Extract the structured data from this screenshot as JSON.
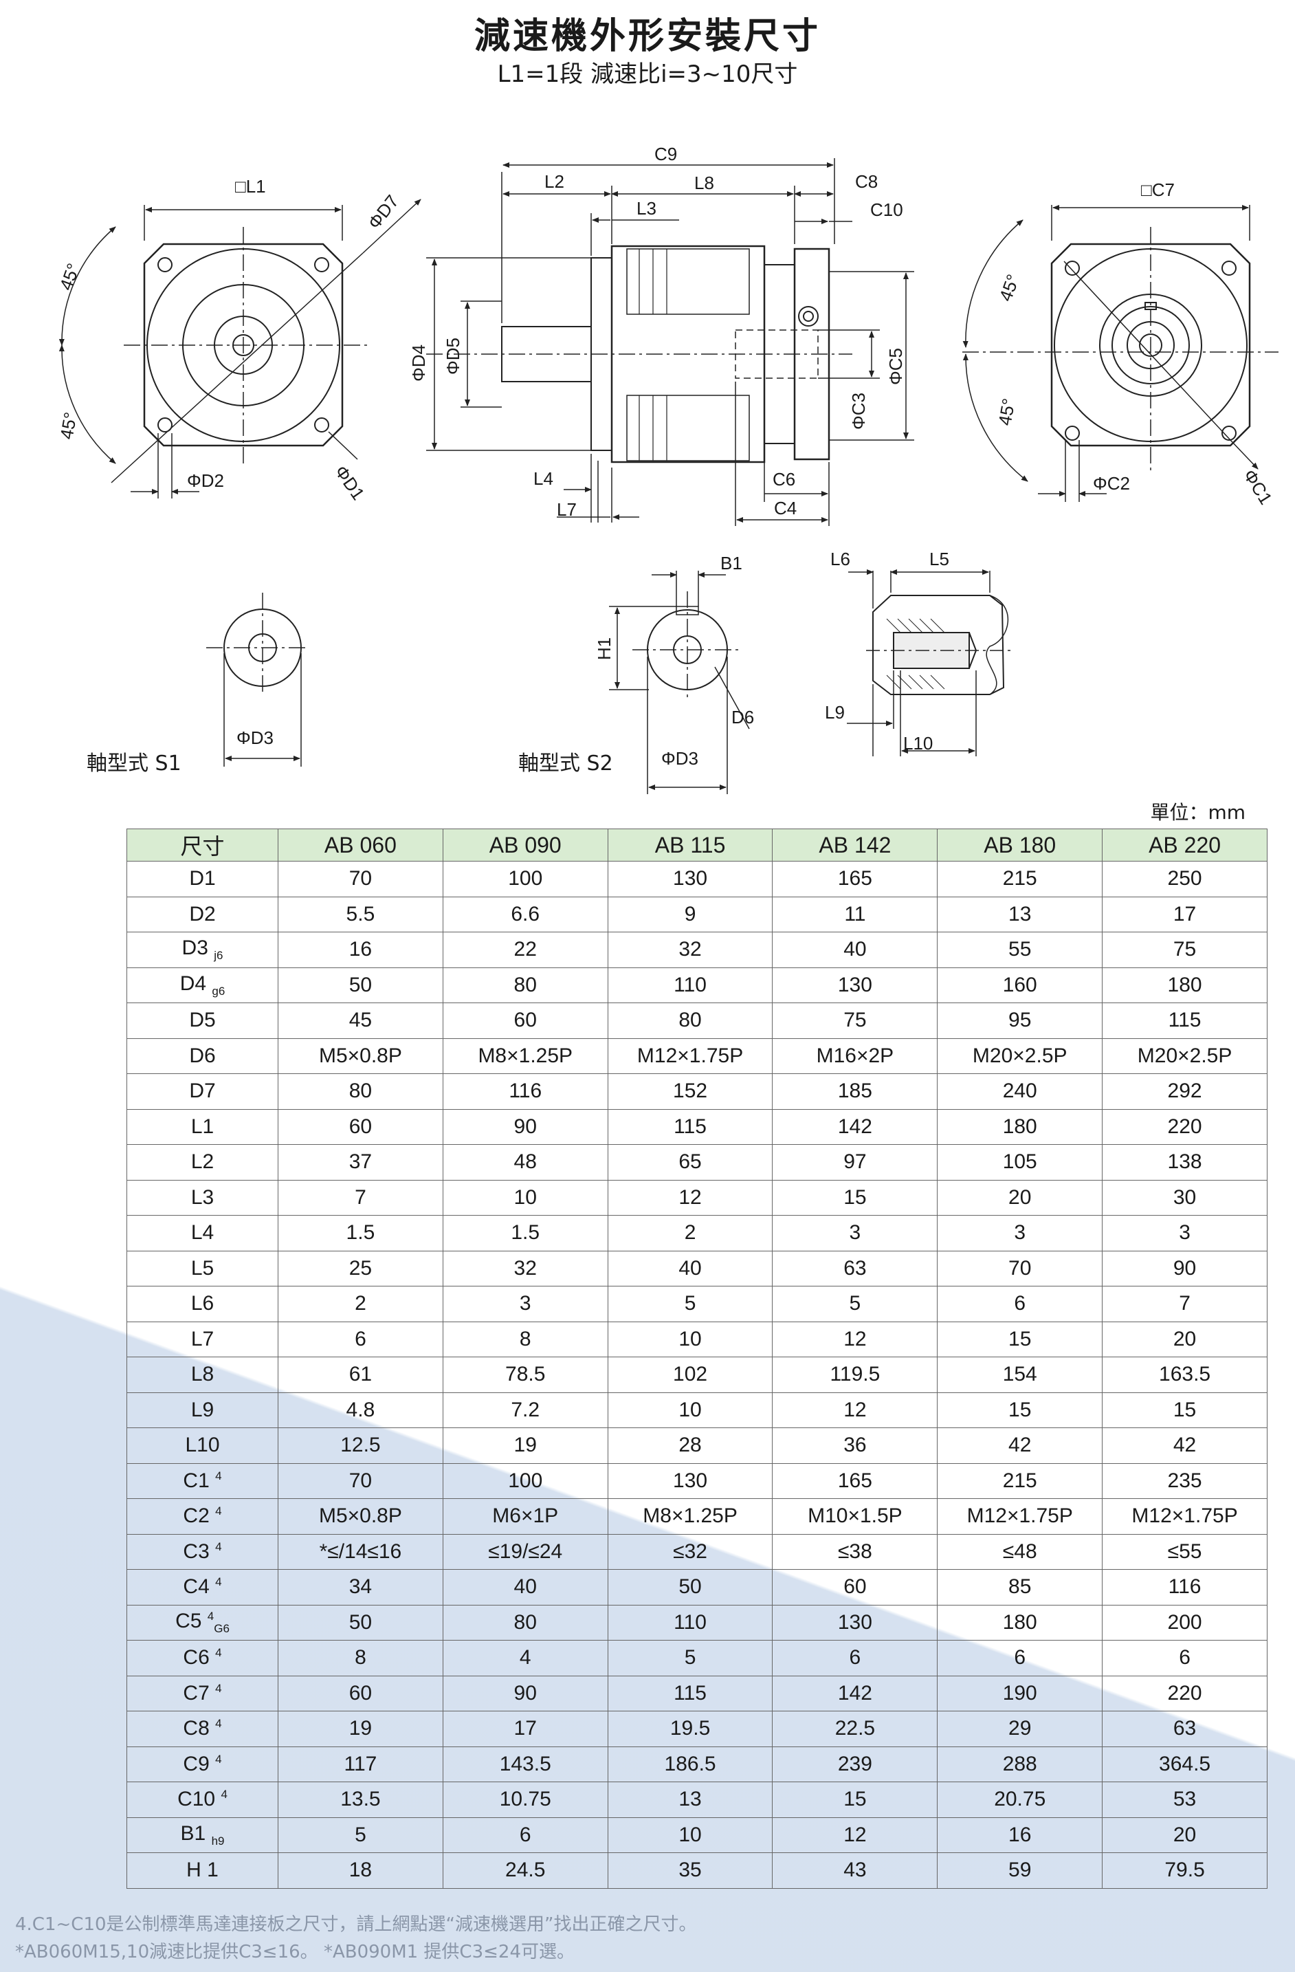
{
  "title": "減速機外形安裝尺寸",
  "subtitle": "L1=1段 減速比i=3~10尺寸",
  "unit": "單位：mm",
  "drawing_labels": {
    "front": {
      "sq": "□L1",
      "d7": "ΦD7",
      "d2": "ΦD2",
      "d1": "ΦD1",
      "a1": "45°",
      "a2": "45°"
    },
    "side": {
      "c9": "C9",
      "l2": "L2",
      "l8": "L8",
      "c8": "C8",
      "l3": "L3",
      "c10": "C10",
      "d4": "ΦD4",
      "d5": "ΦD5",
      "c5": "ΦC5",
      "c3": "ΦC3",
      "l4": "L4",
      "l7": "L7",
      "c6": "C6",
      "c4": "C4"
    },
    "rear": {
      "sq": "□C7",
      "c2": "ΦC2",
      "c1": "ΦC1",
      "a1": "45°",
      "a2": "45°"
    },
    "s1": {
      "d3": "ΦD3",
      "caption": "軸型式 S1"
    },
    "s2": {
      "b1": "B1",
      "h1": "H1",
      "d6": "D6",
      "d3": "ΦD3",
      "caption": "軸型式 S2"
    },
    "detail": {
      "l6": "L6",
      "l5": "L5",
      "l9": "L9",
      "l10": "L10"
    }
  },
  "table": {
    "header": [
      "尺寸",
      "AB 060",
      "AB 090",
      "AB 115",
      "AB 142",
      "AB 180",
      "AB 220"
    ],
    "rows": [
      {
        "name": "D1",
        "mark": "",
        "marktype": "",
        "values": [
          "70",
          "100",
          "130",
          "165",
          "215",
          "250"
        ]
      },
      {
        "name": "D2",
        "mark": "",
        "marktype": "",
        "values": [
          "5.5",
          "6.6",
          "9",
          "11",
          "13",
          "17"
        ]
      },
      {
        "name": "D3",
        "mark": "j6",
        "marktype": "sub",
        "values": [
          "16",
          "22",
          "32",
          "40",
          "55",
          "75"
        ]
      },
      {
        "name": "D4",
        "mark": "g6",
        "marktype": "sub",
        "values": [
          "50",
          "80",
          "110",
          "130",
          "160",
          "180"
        ]
      },
      {
        "name": "D5",
        "mark": "",
        "marktype": "",
        "values": [
          "45",
          "60",
          "80",
          "75",
          "95",
          "115"
        ]
      },
      {
        "name": "D6",
        "mark": "",
        "marktype": "",
        "values": [
          "M5×0.8P",
          "M8×1.25P",
          "M12×1.75P",
          "M16×2P",
          "M20×2.5P",
          "M20×2.5P"
        ]
      },
      {
        "name": "D7",
        "mark": "",
        "marktype": "",
        "values": [
          "80",
          "116",
          "152",
          "185",
          "240",
          "292"
        ]
      },
      {
        "name": "L1",
        "mark": "",
        "marktype": "",
        "values": [
          "60",
          "90",
          "115",
          "142",
          "180",
          "220"
        ]
      },
      {
        "name": "L2",
        "mark": "",
        "marktype": "",
        "values": [
          "37",
          "48",
          "65",
          "97",
          "105",
          "138"
        ]
      },
      {
        "name": "L3",
        "mark": "",
        "marktype": "",
        "values": [
          "7",
          "10",
          "12",
          "15",
          "20",
          "30"
        ]
      },
      {
        "name": "L4",
        "mark": "",
        "marktype": "",
        "values": [
          "1.5",
          "1.5",
          "2",
          "3",
          "3",
          "3"
        ]
      },
      {
        "name": "L5",
        "mark": "",
        "marktype": "",
        "values": [
          "25",
          "32",
          "40",
          "63",
          "70",
          "90"
        ]
      },
      {
        "name": "L6",
        "mark": "",
        "marktype": "",
        "values": [
          "2",
          "3",
          "5",
          "5",
          "6",
          "7"
        ]
      },
      {
        "name": "L7",
        "mark": "",
        "marktype": "",
        "values": [
          "6",
          "8",
          "10",
          "12",
          "15",
          "20"
        ]
      },
      {
        "name": "L8",
        "mark": "",
        "marktype": "",
        "values": [
          "61",
          "78.5",
          "102",
          "119.5",
          "154",
          "163.5"
        ]
      },
      {
        "name": "L9",
        "mark": "",
        "marktype": "",
        "values": [
          "4.8",
          "7.2",
          "10",
          "12",
          "15",
          "15"
        ]
      },
      {
        "name": "L10",
        "mark": "",
        "marktype": "",
        "values": [
          "12.5",
          "19",
          "28",
          "36",
          "42",
          "42"
        ]
      },
      {
        "name": "C1",
        "mark": "4",
        "marktype": "sup",
        "values": [
          "70",
          "100",
          "130",
          "165",
          "215",
          "235"
        ]
      },
      {
        "name": "C2",
        "mark": "4",
        "marktype": "sup",
        "values": [
          "M5×0.8P",
          "M6×1P",
          "M8×1.25P",
          "M10×1.5P",
          "M12×1.75P",
          "M12×1.75P"
        ]
      },
      {
        "name": "C3",
        "mark": "4",
        "marktype": "sup",
        "values": [
          "*≤/14≤16",
          "≤19/≤24",
          "≤32",
          "≤38",
          "≤48",
          "≤55"
        ]
      },
      {
        "name": "C4",
        "mark": "4",
        "marktype": "sup",
        "values": [
          "34",
          "40",
          "50",
          "60",
          "85",
          "116"
        ]
      },
      {
        "name": "C5",
        "mark": "4",
        "marktype": "sup",
        "mark2": "G6",
        "values": [
          "50",
          "80",
          "110",
          "130",
          "180",
          "200"
        ]
      },
      {
        "name": "C6",
        "mark": "4",
        "marktype": "sup",
        "values": [
          "8",
          "4",
          "5",
          "6",
          "6",
          "6"
        ]
      },
      {
        "name": "C7",
        "mark": "4",
        "marktype": "sup",
        "values": [
          "60",
          "90",
          "115",
          "142",
          "190",
          "220"
        ]
      },
      {
        "name": "C8",
        "mark": "4",
        "marktype": "sup",
        "values": [
          "19",
          "17",
          "19.5",
          "22.5",
          "29",
          "63"
        ]
      },
      {
        "name": "C9",
        "mark": "4",
        "marktype": "sup",
        "values": [
          "117",
          "143.5",
          "186.5",
          "239",
          "288",
          "364.5"
        ]
      },
      {
        "name": "C10",
        "mark": "4",
        "marktype": "sup",
        "values": [
          "13.5",
          "10.75",
          "13",
          "15",
          "20.75",
          "53"
        ]
      },
      {
        "name": "B1",
        "mark": "h9",
        "marktype": "sub",
        "values": [
          "5",
          "6",
          "10",
          "12",
          "16",
          "20"
        ]
      },
      {
        "name": "H 1",
        "mark": "",
        "marktype": "",
        "values": [
          "18",
          "24.5",
          "35",
          "43",
          "59",
          "79.5"
        ]
      }
    ]
  },
  "notes": [
    "4.C1~C10是公制標準馬達連接板之尺寸，請上網點選“減速機選用”找出正確之尺寸。",
    "*AB060M15,10減速比提供C3≤16。    *AB090M1 提供C3≤24可選。"
  ]
}
